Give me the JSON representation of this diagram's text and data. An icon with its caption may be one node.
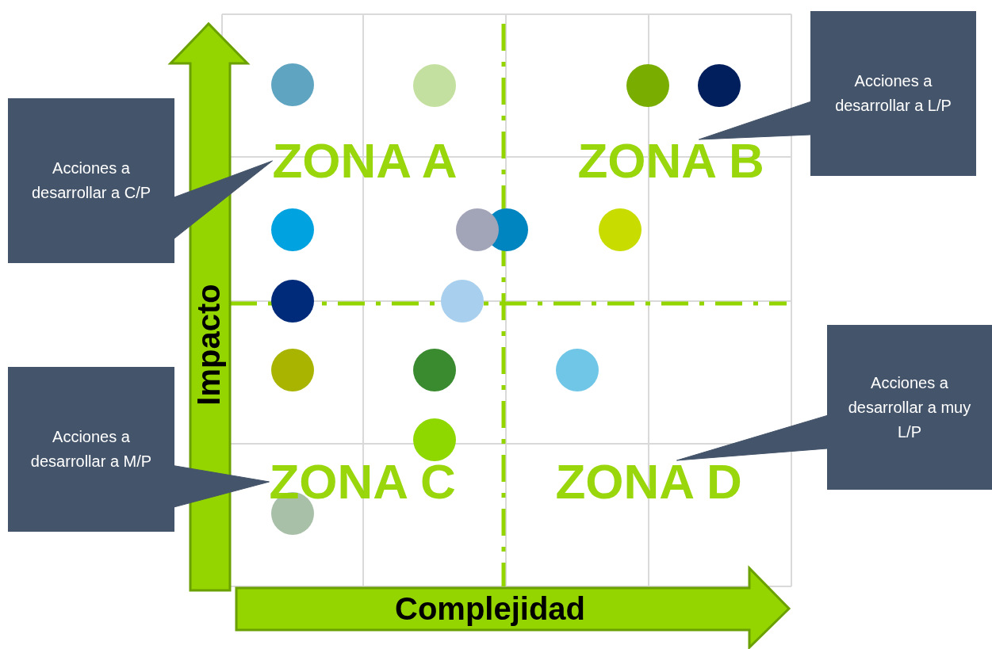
{
  "diagram": {
    "nodes": [
      {
        "text": [
          "Acciones a desarrollar a C/P"
        ]
      },
      {
        "text": [
          "ZONA A"
        ]
      },
      {
        "text": [
          "Acciones a desarrollar a L/P"
        ]
      },
      {
        "text": [
          "ZONA B"
        ]
      },
      {
        "text": [
          "Acciones a desarrollar a M/P"
        ]
      },
      {
        "text": [
          "ZONA C"
        ]
      },
      {
        "text": [
          "Acciones a desarrollar a muy L/P"
        ]
      },
      {
        "text": [
          "ZONA D"
        ]
      }
    ],
    "edges": [
      {
        "from": 0,
        "to": 1,
        "arrow": "none"
      },
      {
        "from": 2,
        "to": 3,
        "arrow": "none"
      },
      {
        "from": 4,
        "to": 5,
        "arrow": "none"
      },
      {
        "from": 6,
        "to": 7,
        "arrow": "none"
      }
    ],
    "labels": [
      "Impacto",
      "Complejidad"
    ]
  }
}
